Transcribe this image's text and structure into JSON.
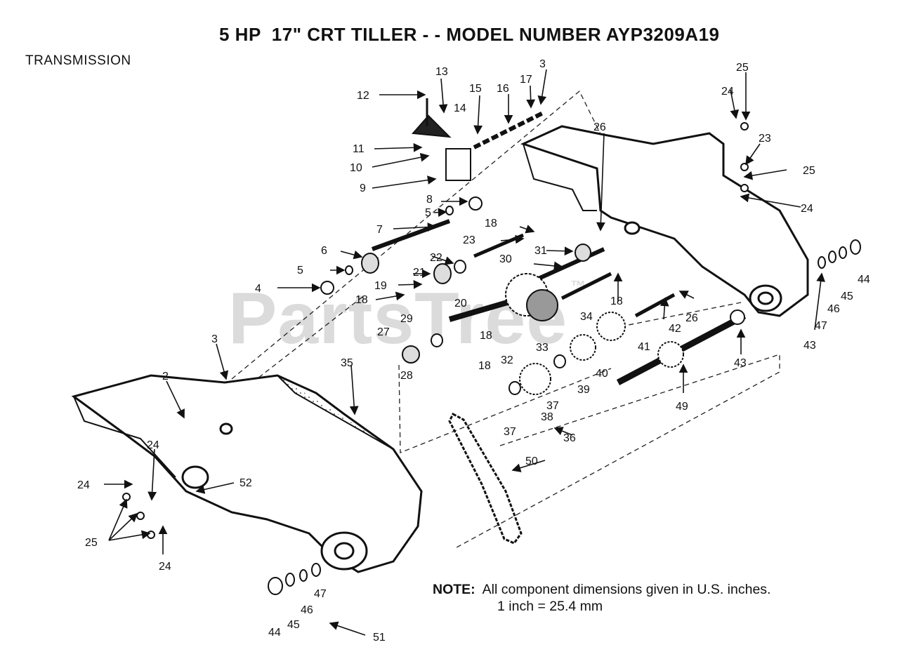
{
  "title": "5 HP  17\" CRT TILLER - - MODEL NUMBER AYP3209A19",
  "section": "TRANSMISSION",
  "watermark": "PartsTree",
  "watermark_tm": "™",
  "note": {
    "label": "NOTE:",
    "line1": "All component dimensions given in U.S. inches.",
    "line2": "1 inch = 25.4 mm"
  },
  "callouts": [
    "13",
    "3",
    "12",
    "15",
    "16",
    "17",
    "14",
    "25",
    "24",
    "26",
    "23",
    "11",
    "10",
    "25",
    "9",
    "24",
    "8",
    "5",
    "7",
    "18",
    "23",
    "31",
    "6",
    "22",
    "30",
    "5",
    "21",
    "19",
    "4",
    "20",
    "18",
    "18",
    "26",
    "27",
    "29",
    "34",
    "18",
    "33",
    "42",
    "41",
    "3",
    "28",
    "32",
    "18",
    "40",
    "44",
    "45",
    "46",
    "47",
    "43",
    "2",
    "35",
    "39",
    "37",
    "43",
    "49",
    "38",
    "37",
    "36",
    "50",
    "24",
    "52",
    "24",
    "25",
    "24",
    "47",
    "46",
    "44",
    "45",
    "51"
  ]
}
